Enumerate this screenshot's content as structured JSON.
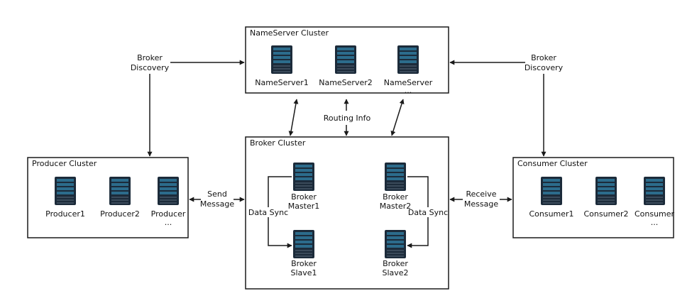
{
  "clusters": {
    "nameserver": {
      "title": "NameServer Cluster"
    },
    "broker": {
      "title": "Broker Cluster"
    },
    "producer": {
      "title": "Producer Cluster"
    },
    "consumer": {
      "title": "Consumer Cluster"
    }
  },
  "nodes": {
    "nameserver1": "NameServer1",
    "nameserver2": "NameServer2",
    "nameserver3": "NameServer",
    "nameserver3_more": "...",
    "producer1": "Producer1",
    "producer2": "Producer2",
    "producer3": "Producer",
    "producer3_more": "...",
    "consumer1": "Consumer1",
    "consumer2": "Consumer2",
    "consumer3": "Consumer",
    "consumer3_more": "...",
    "broker_master1": [
      "Broker",
      "Master1"
    ],
    "broker_master2": [
      "Broker",
      "Master2"
    ],
    "broker_slave1": [
      "Broker",
      "Slave1"
    ],
    "broker_slave2": [
      "Broker",
      "Slave2"
    ]
  },
  "labels": {
    "broker_discovery_left": [
      "Broker",
      "Discovery"
    ],
    "broker_discovery_right": [
      "Broker",
      "Discovery"
    ],
    "routing_info": "Routing Info",
    "send_message": [
      "Send",
      "Message"
    ],
    "receive_message": [
      "Receive",
      "Message"
    ],
    "data_sync_left": "Data Sync",
    "data_sync_right": "Data Sync"
  },
  "colors": {
    "server_body": "#1c2b3a",
    "server_panel": "#2c6c8c",
    "line": "#1a1a1a"
  },
  "icons": {
    "server": "server-icon"
  }
}
